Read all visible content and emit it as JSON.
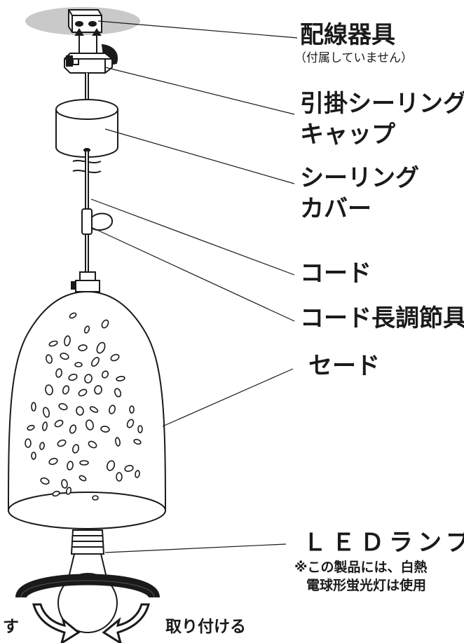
{
  "labels": {
    "wiring_device": "配線器具",
    "wiring_device_note": "（付属していません）",
    "ceiling_cap_line1": "引掛シーリング",
    "ceiling_cap_line2": "キャップ",
    "ceiling_cover_line1": "シーリング",
    "ceiling_cover_line2": "カバー",
    "cord": "コード",
    "cord_adjuster": "コード長調節具",
    "shade": "セード",
    "led_lamp": "ＬＥＤランプ",
    "warning_line1": "※この製品には、白熱",
    "warning_line2": "電球形蛍光灯は使用",
    "remove_action": "す",
    "attach_action": "取り付ける"
  },
  "colors": {
    "line": "#1a1a1a",
    "ceiling": "#c9c9c9",
    "ring": "#1a1a1a",
    "background": "#ffffff"
  }
}
